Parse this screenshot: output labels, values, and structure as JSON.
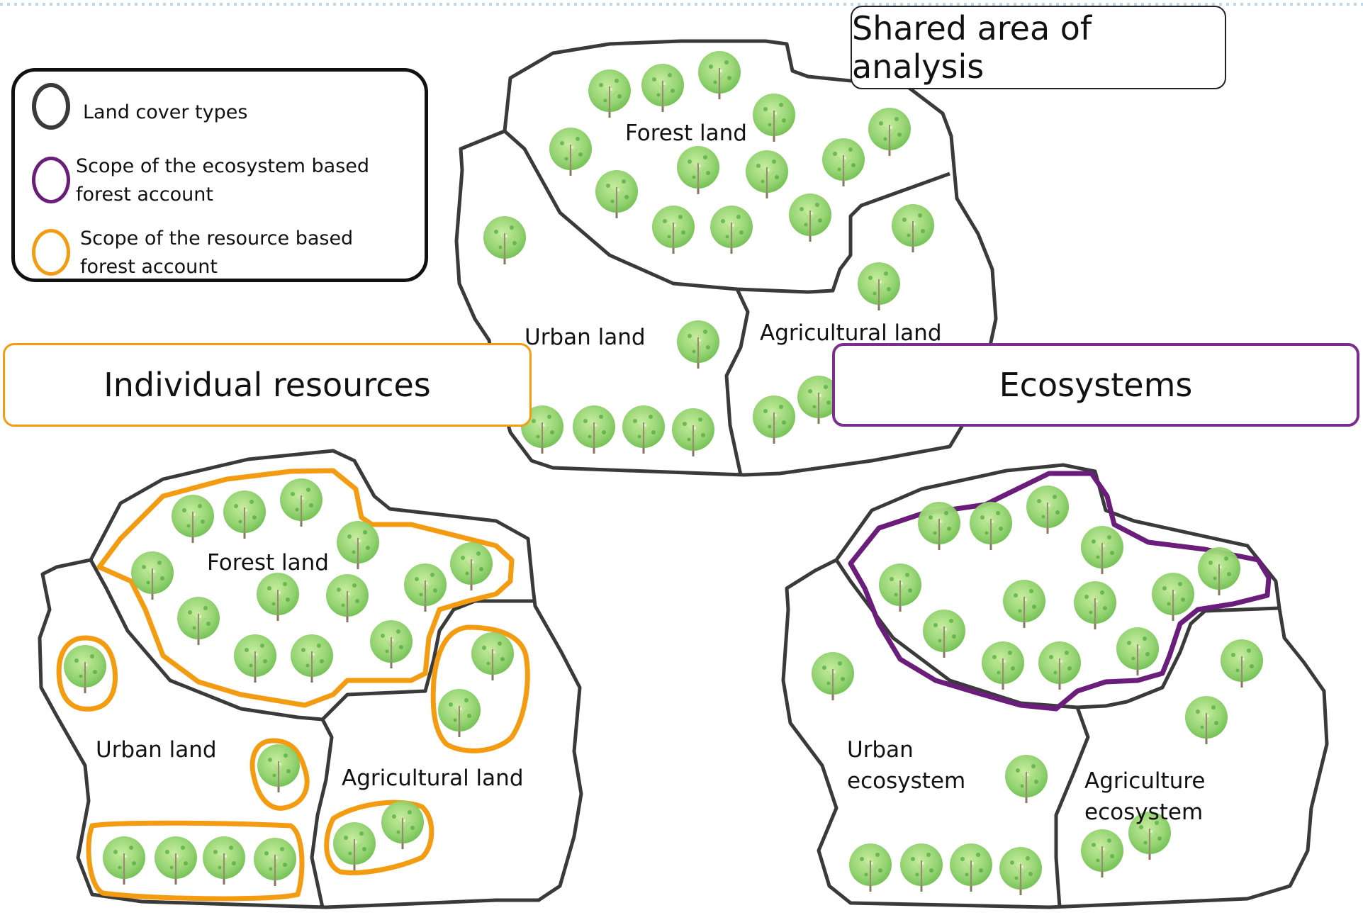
{
  "colors": {
    "land_outline": "#3a3a3a",
    "resource_scope": "#f39c12",
    "ecosystem_scope": "#6a1d7a",
    "tree_canopy": "#8fd16b",
    "tree_trunk": "#8a7560"
  },
  "legend": {
    "items": [
      {
        "label": "Land cover types",
        "ring_color": "#3a3a3a"
      },
      {
        "label": "Scope of the ecosystem based forest account",
        "ring_color": "#6a1d7a"
      },
      {
        "label": "Scope of the resource based forest account",
        "ring_color": "#f39c12"
      }
    ]
  },
  "panels": {
    "shared": {
      "title": "Shared area of analysis",
      "forest_label": "Forest land",
      "urban_label": "Urban land",
      "agri_label": "Agricultural land"
    },
    "individual": {
      "title": "Individual resources",
      "forest_label": "Forest land",
      "urban_label": "Urban land",
      "agri_label": "Agricultural land"
    },
    "ecosystems": {
      "title": "Ecosystems",
      "urban_label_line1": "Urban",
      "urban_label_line2": "ecosystem",
      "agri_label_line1": "Agriculture",
      "agri_label_line2": "ecosystem"
    }
  }
}
